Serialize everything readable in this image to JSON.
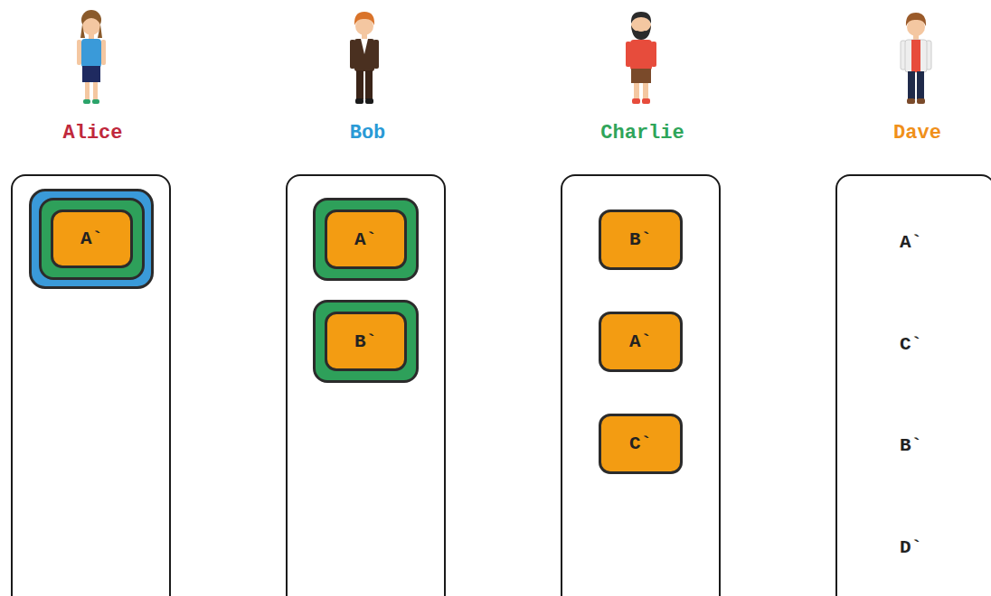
{
  "diagram": {
    "nodes": [
      {
        "text": [
          "Alice"
        ]
      },
      {
        "text": [],
        "in": 0
      },
      {
        "text": [],
        "in": 1
      },
      {
        "text": [
          "A`"
        ],
        "in": 2
      },
      {
        "text": [
          "Bob"
        ]
      },
      {
        "text": [],
        "in": 4
      },
      {
        "text": [
          "A`"
        ],
        "in": 5
      },
      {
        "text": [],
        "in": 4
      },
      {
        "text": [
          "B`"
        ],
        "in": 7
      },
      {
        "text": [
          "Charlie"
        ]
      },
      {
        "text": [
          "B`"
        ],
        "in": 9
      },
      {
        "text": [
          "A`"
        ],
        "in": 9
      },
      {
        "text": [
          "C`"
        ],
        "in": 9
      },
      {
        "text": [
          "Dave",
          "A`",
          "C`",
          "B`",
          "D`"
        ]
      }
    ]
  }
}
